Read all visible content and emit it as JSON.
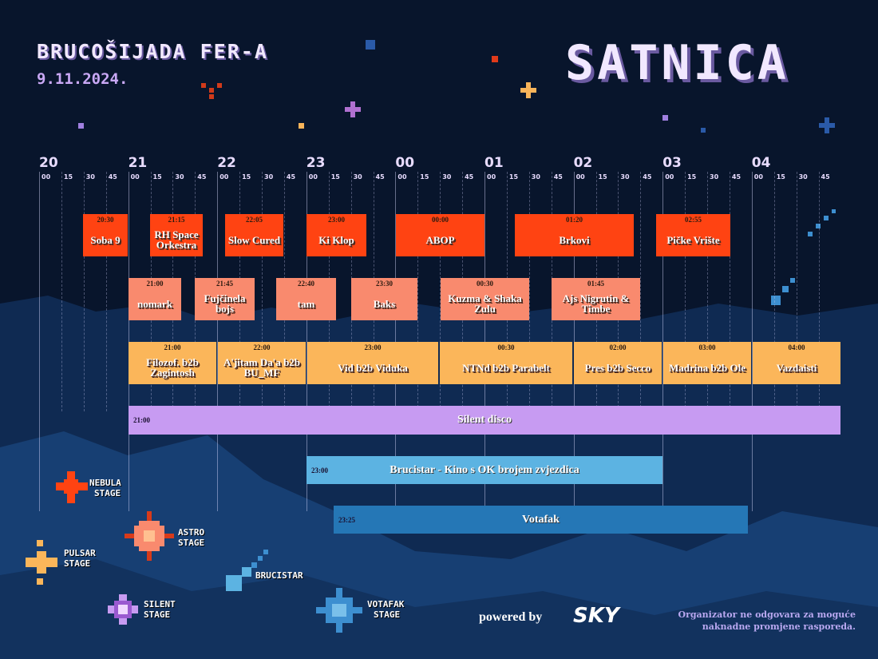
{
  "header": {
    "title": "BRUCOŠIJADA FER-A",
    "date": "9.11.2024.",
    "heading": "SATNICA"
  },
  "timeline": {
    "hours": [
      "20",
      "21",
      "22",
      "23",
      "00",
      "01",
      "02",
      "03",
      "04"
    ],
    "minutes": [
      "00",
      "15",
      "30",
      "45"
    ]
  },
  "stages": {
    "nebula": {
      "label1": "NEBULA",
      "label2": "STAGE",
      "color": "#ff4312",
      "acts": [
        {
          "time": "20:30",
          "name": "Soba 9"
        },
        {
          "time": "21:15",
          "name": "RH Space Orkestra"
        },
        {
          "time": "22:05",
          "name": "Slow Cured"
        },
        {
          "time": "23:00",
          "name": "Ki Klop"
        },
        {
          "time": "00:00",
          "name": "ABOP"
        },
        {
          "time": "01:20",
          "name": "Brkovi"
        },
        {
          "time": "02:55",
          "name": "Pičke Vrište"
        }
      ]
    },
    "astro": {
      "label1": "ASTRO",
      "label2": "STAGE",
      "color": "#f98a6e",
      "acts": [
        {
          "time": "21:00",
          "name": "nomark"
        },
        {
          "time": "21:45",
          "name": "Fujčinela bojs"
        },
        {
          "time": "22:40",
          "name": "tam"
        },
        {
          "time": "23:30",
          "name": "Baks"
        },
        {
          "time": "00:30",
          "name": "Kuzma & Shaka Zulu"
        },
        {
          "time": "01:45",
          "name": "Ajs Nigrutin & Timbe"
        }
      ]
    },
    "pulsar": {
      "label1": "PULSAR",
      "label2": "STAGE",
      "color": "#fbb65a",
      "acts": [
        {
          "time": "21:00",
          "name": "Filozof. b2b Zagintosh"
        },
        {
          "time": "22:00",
          "name": "A'jitam Da'a b2b BU_MF"
        },
        {
          "time": "23:00",
          "name": "Vid b2b Viduka"
        },
        {
          "time": "00:30",
          "name": "NTNd b2b Parabelt"
        },
        {
          "time": "02:00",
          "name": "Pres b2b Secco"
        },
        {
          "time": "03:00",
          "name": "Madrina b2b Ole"
        },
        {
          "time": "04:00",
          "name": "Vazdaisti"
        }
      ]
    },
    "silent": {
      "label1": "SILENT",
      "label2": "STAGE",
      "color": "#c79bf2",
      "acts": [
        {
          "time": "21:00",
          "name": "Silent disco"
        }
      ]
    },
    "brucistar": {
      "label1": "BRUCISTAR",
      "label2": "",
      "color": "#5cb3e2",
      "acts": [
        {
          "time": "23:00",
          "name": "Brucistar - Kino s OK brojem zvjezdica"
        }
      ]
    },
    "votafak": {
      "label1": "VOTAFAK",
      "label2": "STAGE",
      "color": "#2577b6",
      "acts": [
        {
          "time": "23:25",
          "name": "Votafak"
        }
      ]
    }
  },
  "footer": {
    "powered": "powered by",
    "brand": "SKY",
    "disclaimer1": "Organizator ne odgovara za moguće",
    "disclaimer2": "naknadne promjene rasporeda."
  }
}
